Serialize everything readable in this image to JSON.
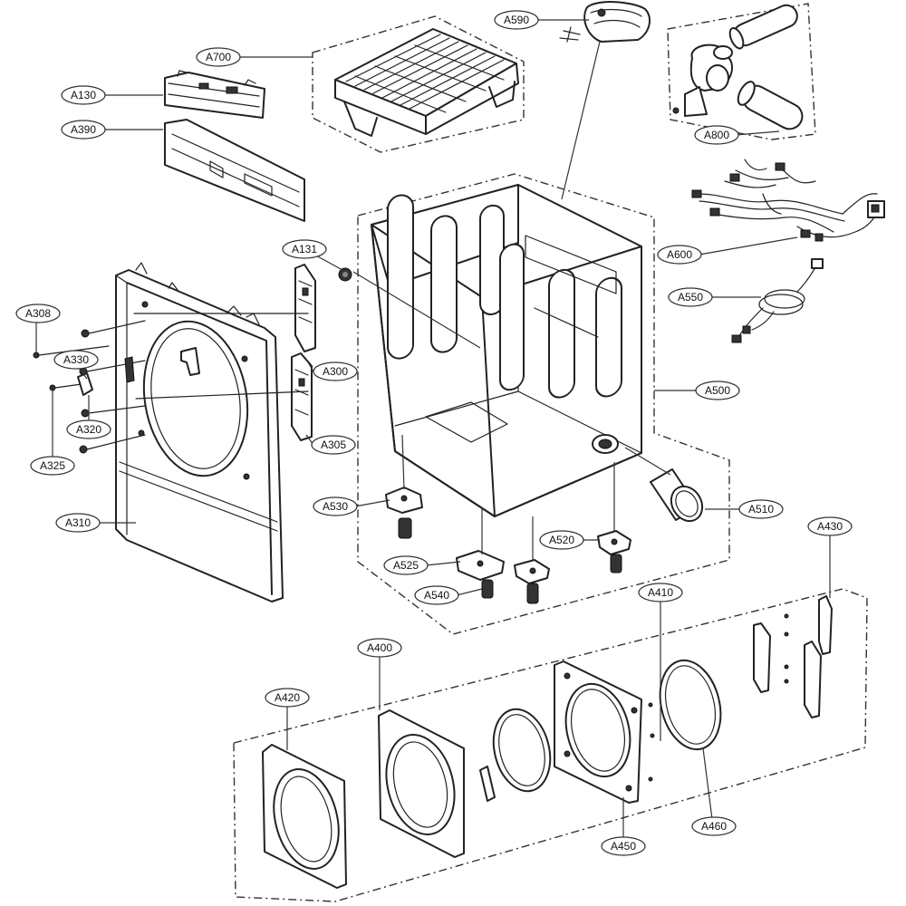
{
  "diagram": {
    "callouts": [
      {
        "id": "a590",
        "label": "A590"
      },
      {
        "id": "a700",
        "label": "A700"
      },
      {
        "id": "a130",
        "label": "A130"
      },
      {
        "id": "a390",
        "label": "A390"
      },
      {
        "id": "a800",
        "label": "A800"
      },
      {
        "id": "a600",
        "label": "A600"
      },
      {
        "id": "a131",
        "label": "A131"
      },
      {
        "id": "a550",
        "label": "A550"
      },
      {
        "id": "a308",
        "label": "A308"
      },
      {
        "id": "a330",
        "label": "A330"
      },
      {
        "id": "a300",
        "label": "A300"
      },
      {
        "id": "a500",
        "label": "A500"
      },
      {
        "id": "a320",
        "label": "A320"
      },
      {
        "id": "a305",
        "label": "A305"
      },
      {
        "id": "a325",
        "label": "A325"
      },
      {
        "id": "a530",
        "label": "A530"
      },
      {
        "id": "a510",
        "label": "A510"
      },
      {
        "id": "a310",
        "label": "A310"
      },
      {
        "id": "a430",
        "label": "A430"
      },
      {
        "id": "a520",
        "label": "A520"
      },
      {
        "id": "a525",
        "label": "A525"
      },
      {
        "id": "a540",
        "label": "A540"
      },
      {
        "id": "a410",
        "label": "A410"
      },
      {
        "id": "a400",
        "label": "A400"
      },
      {
        "id": "a420",
        "label": "A420"
      },
      {
        "id": "a460",
        "label": "A460"
      },
      {
        "id": "a450",
        "label": "A450"
      }
    ]
  }
}
